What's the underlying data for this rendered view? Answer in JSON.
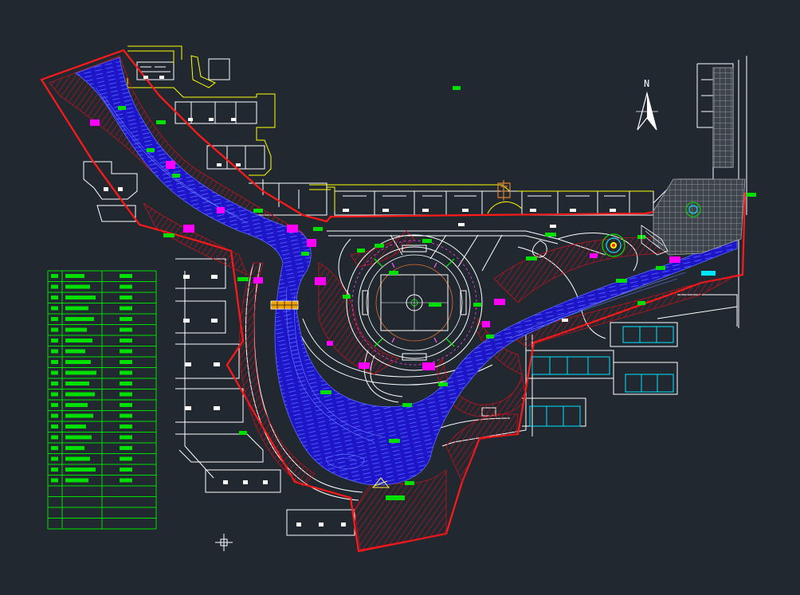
{
  "drawing": {
    "background": "#212830",
    "north_label": "N",
    "colors": {
      "boundary": "#ff1a1a",
      "water": "#1e14c8",
      "water_lines": "#3c50ff",
      "bank_hatch": "#c0141e",
      "roads": "#ffffff",
      "yellow": "#ffff00",
      "green": "#00e000",
      "magenta": "#ff00ff",
      "cyan": "#00e5ff",
      "plaza_grid": "#b4b4b4",
      "plaza_ring": "#d040d0"
    },
    "icons": [
      "north-arrow-icon",
      "crosshair-icon",
      "fountain-icon",
      "pavilion-icon",
      "bridge-icon"
    ]
  },
  "legend": {
    "header": [
      "▬",
      "▬▬▬▬",
      "▬▬▬"
    ],
    "rows": 19,
    "extra_empty_rows": 4
  }
}
